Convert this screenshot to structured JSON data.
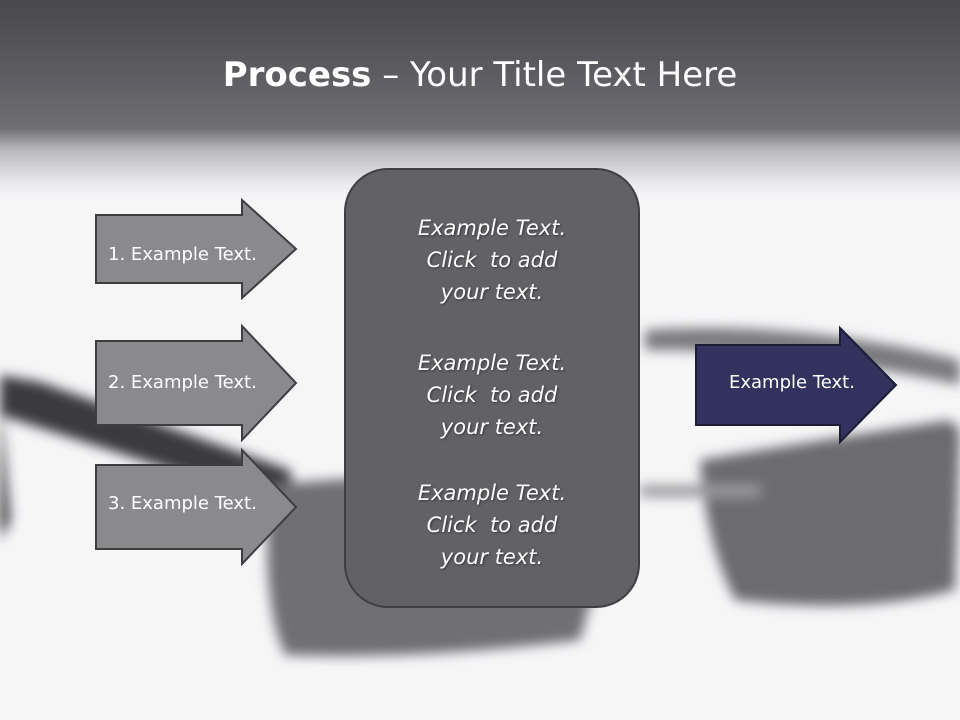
{
  "slide": {
    "title_bold": "Process",
    "title_rest": " – Your Title Text Here"
  },
  "left_arrows": [
    {
      "label": "1. Example Text."
    },
    {
      "label": "2. Example Text."
    },
    {
      "label": "3. Example Text."
    }
  ],
  "center_box": {
    "paragraphs": [
      {
        "line1": "Example Text.",
        "line2": "Click  to add",
        "line3": "your text."
      },
      {
        "line1": "Example Text.",
        "line2": "Click  to add",
        "line3": "your text."
      },
      {
        "line1": "Example Text.",
        "line2": "Click  to add",
        "line3": "your text."
      }
    ]
  },
  "right_arrow": {
    "label": "Example Text."
  },
  "colors": {
    "header": "#5b5b60",
    "left_arrow_fill": "#8a8a8d",
    "center_box_fill": "#626266",
    "right_arrow_fill": "#33325f"
  }
}
